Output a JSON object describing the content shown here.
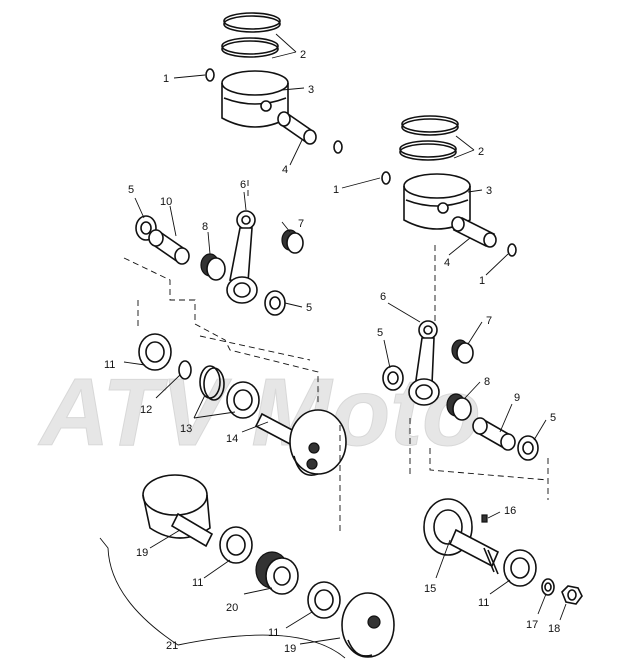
{
  "watermark": {
    "text": "ATV Moto"
  },
  "callouts": [
    {
      "id": "c1a",
      "label": "1"
    },
    {
      "id": "c2a",
      "label": "2"
    },
    {
      "id": "c3a",
      "label": "3"
    },
    {
      "id": "c4a",
      "label": "4"
    },
    {
      "id": "c1b",
      "label": "1"
    },
    {
      "id": "c2b",
      "label": "2"
    },
    {
      "id": "c3b",
      "label": "3"
    },
    {
      "id": "c1c",
      "label": "1"
    },
    {
      "id": "c4b",
      "label": "4"
    },
    {
      "id": "c5a",
      "label": "5"
    },
    {
      "id": "c10",
      "label": "10"
    },
    {
      "id": "c6a",
      "label": "6"
    },
    {
      "id": "c7a",
      "label": "7"
    },
    {
      "id": "c8a",
      "label": "8"
    },
    {
      "id": "c5b",
      "label": "5"
    },
    {
      "id": "c6b",
      "label": "6"
    },
    {
      "id": "c7b",
      "label": "7"
    },
    {
      "id": "c5c",
      "label": "5"
    },
    {
      "id": "c8b",
      "label": "8"
    },
    {
      "id": "c9",
      "label": "9"
    },
    {
      "id": "c5d",
      "label": "5"
    },
    {
      "id": "c11a",
      "label": "11"
    },
    {
      "id": "c12",
      "label": "12"
    },
    {
      "id": "c13",
      "label": "13"
    },
    {
      "id": "c14",
      "label": "14"
    },
    {
      "id": "c16",
      "label": "16"
    },
    {
      "id": "c15",
      "label": "15"
    },
    {
      "id": "c11b",
      "label": "11"
    },
    {
      "id": "c17",
      "label": "17"
    },
    {
      "id": "c18",
      "label": "18"
    },
    {
      "id": "c19a",
      "label": "19"
    },
    {
      "id": "c11c",
      "label": "11"
    },
    {
      "id": "c20",
      "label": "20"
    },
    {
      "id": "c11d",
      "label": "11"
    },
    {
      "id": "c21",
      "label": "21"
    },
    {
      "id": "c19b",
      "label": "19"
    }
  ]
}
